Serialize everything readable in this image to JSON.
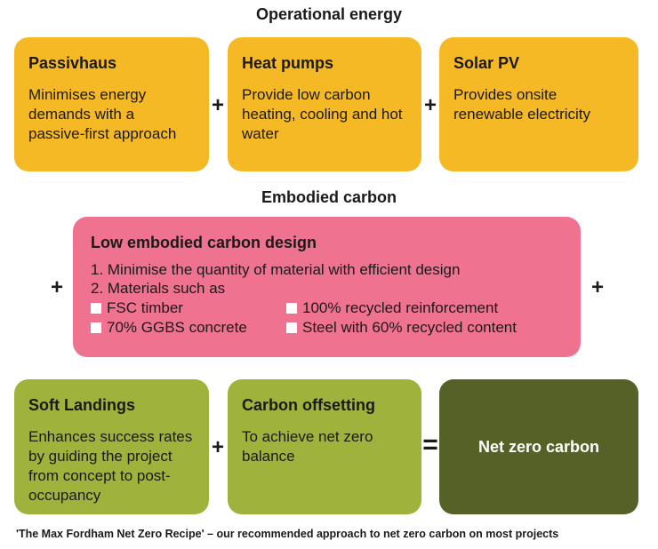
{
  "operational": {
    "heading": "Operational energy",
    "cards": [
      {
        "title": "Passivhaus",
        "body": "Minimises energy demands with a passive-first approach"
      },
      {
        "title": "Heat pumps",
        "body": "Provide low carbon heating, cooling and hot water"
      },
      {
        "title": "Solar PV",
        "body": "Provides onsite renewable electricity"
      }
    ]
  },
  "embodied": {
    "heading": "Embodied carbon",
    "card": {
      "title": "Low embodied carbon design",
      "line1": "1. Minimise the quantity of material with efficient design",
      "line2": "2. Materials such as",
      "materials": [
        "FSC timber",
        "100% recycled reinforcement",
        "70% GGBS concrete",
        "Steel with 60% recycled content"
      ]
    }
  },
  "bottom": {
    "cards": [
      {
        "title": "Soft Landings",
        "body": "Enhances success rates by guiding the project from concept to post-occupancy"
      },
      {
        "title": "Carbon offsetting",
        "body": "To achieve net zero balance"
      }
    ],
    "result": "Net zero carbon"
  },
  "operators": {
    "plus": "+",
    "equals": "="
  },
  "caption": "'The Max Fordham Net Zero Recipe' – our recommended approach to net zero carbon on most projects",
  "colors": {
    "operational": "#f5b926",
    "embodied": "#ef7390",
    "bottom": "#9fb23b",
    "result": "#556127"
  }
}
